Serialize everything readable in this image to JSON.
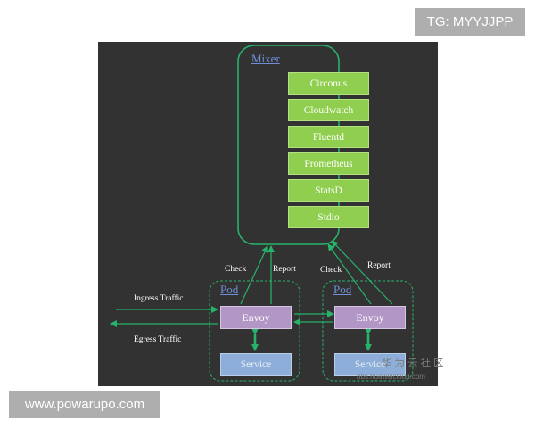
{
  "tags": {
    "top": "TG: MYYJJPP",
    "bottom": "www.powarupo.com"
  },
  "mixer": {
    "title": "Mixer",
    "backends": [
      "Circonus",
      "Cloudwatch",
      "Fluentd",
      "Prometheus",
      "StatsD",
      "Stdio"
    ]
  },
  "pods": [
    {
      "title": "Pod",
      "proxy": "Envoy",
      "service": "Service",
      "check": "Check",
      "report": "Report"
    },
    {
      "title": "Pod",
      "proxy": "Envoy",
      "service": "Service",
      "check": "Check",
      "report": "Report"
    }
  ],
  "traffic": {
    "ingress": "Ingress Traffic",
    "egress": "Egress Traffic"
  },
  "watermark": {
    "logo": "华为云社区",
    "url": "bbs.huaweicloud.com"
  },
  "colors": {
    "background": "#323232",
    "border": "#27b36a",
    "backend": "#8fce4e",
    "envoy": "#b196c6",
    "service": "#8caed8"
  }
}
